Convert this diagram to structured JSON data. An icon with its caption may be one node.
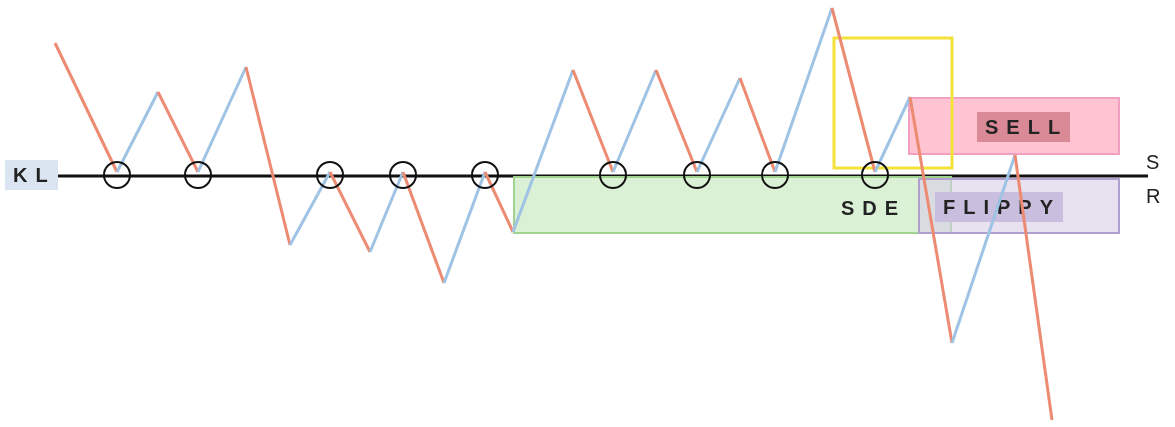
{
  "diagram": {
    "nodes": [
      {
        "text": [
          "SELL"
        ]
      },
      {
        "text": [
          "SDE"
        ]
      },
      {
        "text": [
          "FLIPPY"
        ]
      }
    ],
    "labels": [
      "KL",
      "S",
      "R"
    ]
  }
}
